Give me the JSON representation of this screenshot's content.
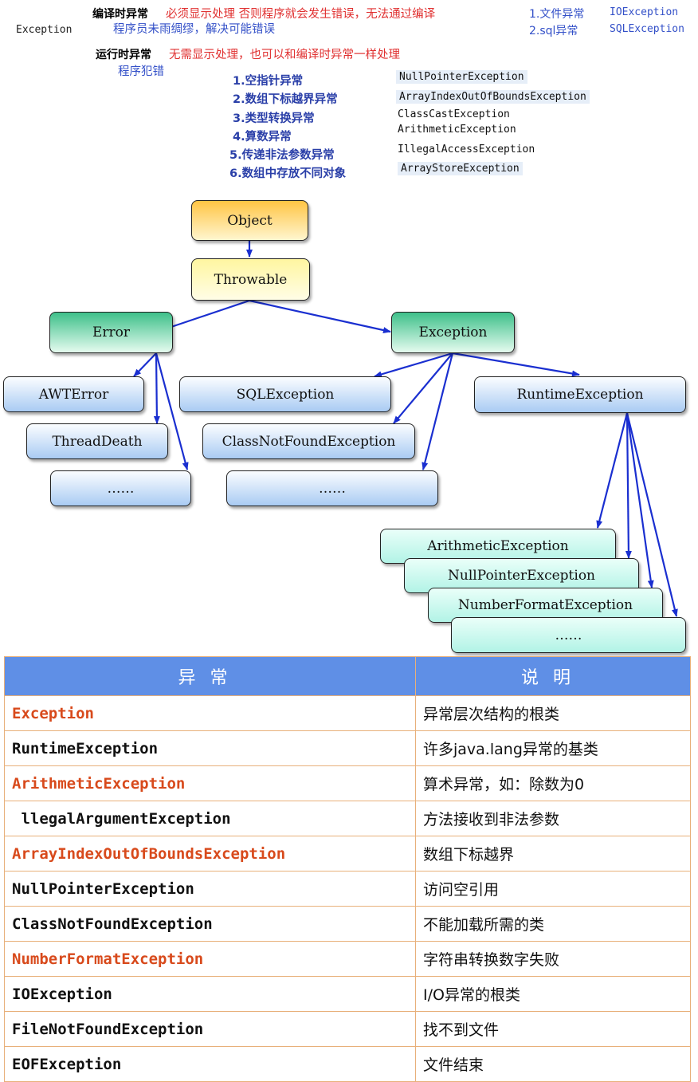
{
  "header": {
    "exception_label": "Exception",
    "checked_label": "编译时异常",
    "checked_desc": "必须显示处理 否则程序就会发生错误，无法通过编译",
    "checked_cause": "程序员未雨绸缪，解决可能错误",
    "checked_examples": [
      {
        "cn": "1.文件异常",
        "code": "IOException"
      },
      {
        "cn": "2.sql异常",
        "code": "SQLException"
      }
    ],
    "runtime_label": "运行时异常",
    "runtime_desc": "无需显示处理，也可以和编译时异常一样处理",
    "runtime_cause": "程序犯错",
    "runtime_examples": [
      {
        "cn": "1.空指针异常",
        "code": "NullPointerException"
      },
      {
        "cn": "2.数组下标越界异常",
        "code": "ArrayIndexOutOfBoundsException"
      },
      {
        "cn": "3.类型转换异常",
        "code": "ClassCastException"
      },
      {
        "cn": "4.算数异常",
        "code": "ArithmeticException"
      },
      {
        "cn": "5.传递非法参数异常",
        "code": "IllegalAccessException"
      },
      {
        "cn": "6.数组中存放不同对象",
        "code": "ArrayStoreException"
      }
    ]
  },
  "diagram": {
    "object": "Object",
    "throwable": "Throwable",
    "error": "Error",
    "exception": "Exception",
    "awterror": "AWTError",
    "threaddeath": "ThreadDeath",
    "error_more": "……",
    "sqlexception": "SQLException",
    "classnotfound": "ClassNotFoundException",
    "exception_more": "……",
    "runtime": "RuntimeException",
    "arithmetic": "ArithmeticException",
    "nullpointer": "NullPointerException",
    "numberformat": "NumberFormatException",
    "runtime_more": "……"
  },
  "table": {
    "headers": [
      "异常",
      "说明"
    ],
    "rows": [
      {
        "name": "Exception",
        "desc": "异常层次结构的根类",
        "highlight": true
      },
      {
        "name": "RuntimeException",
        "desc": "许多java.lang异常的基类",
        "highlight": false
      },
      {
        "name": "ArithmeticException",
        "desc": "算术异常，如：除数为0",
        "highlight": true
      },
      {
        "name": " llegalArgumentException",
        "desc": "方法接收到非法参数",
        "highlight": false
      },
      {
        "name": "ArrayIndexOutOfBoundsException",
        "desc": "数组下标越界",
        "highlight": true
      },
      {
        "name": "NullPointerException",
        "desc": "访问空引用",
        "highlight": false
      },
      {
        "name": "ClassNotFoundException",
        "desc": "不能加载所需的类",
        "highlight": false
      },
      {
        "name": "NumberFormatException",
        "desc": "字符串转换数字失败",
        "highlight": true
      },
      {
        "name": "IOException",
        "desc": "I/O异常的根类",
        "highlight": false
      },
      {
        "name": "FileNotFoundException",
        "desc": "找不到文件",
        "highlight": false
      },
      {
        "name": "EOFException",
        "desc": "文件结束",
        "highlight": false
      }
    ]
  },
  "colors": {
    "red_text": "#e03030",
    "blue_text": "#3350c8",
    "arrow": "#1a2fd0",
    "table_header": "#5f8fe6",
    "table_border": "#e8b07a",
    "table_red": "#d84a1c"
  }
}
